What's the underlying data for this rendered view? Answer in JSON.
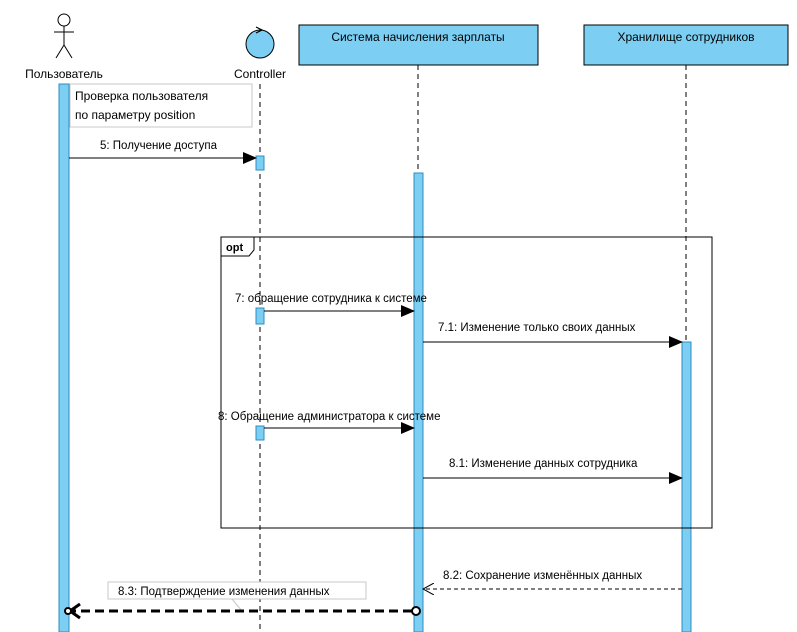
{
  "colors": {
    "activation_fill": "#7ccff3",
    "activation_stroke": "#2e8cc0",
    "box_fill": "#7ccff3",
    "line": "#000000",
    "note_border": "#c8c8c8"
  },
  "actors": {
    "user": {
      "label": "Пользователь",
      "icon": "stick-figure-icon"
    },
    "controller": {
      "label": "Controller",
      "icon": "control-circle-icon"
    },
    "payroll": {
      "label": "Система начисления зарплаты"
    },
    "storage": {
      "label": "Хранилище сотрудников"
    }
  },
  "note": {
    "line1": "Проверка пользователя",
    "line2": "по параметру position"
  },
  "fragment": {
    "label": "opt"
  },
  "messages": {
    "m5": "5: Получение доступа",
    "m7": "7: обращение сотрудника к системе",
    "m71": "7.1: Изменение только своих данных",
    "m8": "8: Обращение администратора к системе",
    "m81": "8.1: Изменение данных сотрудника",
    "m82": "8.2: Сохранение изменённых данных",
    "m83": "8.3:  Подтверждение изменения данных"
  }
}
